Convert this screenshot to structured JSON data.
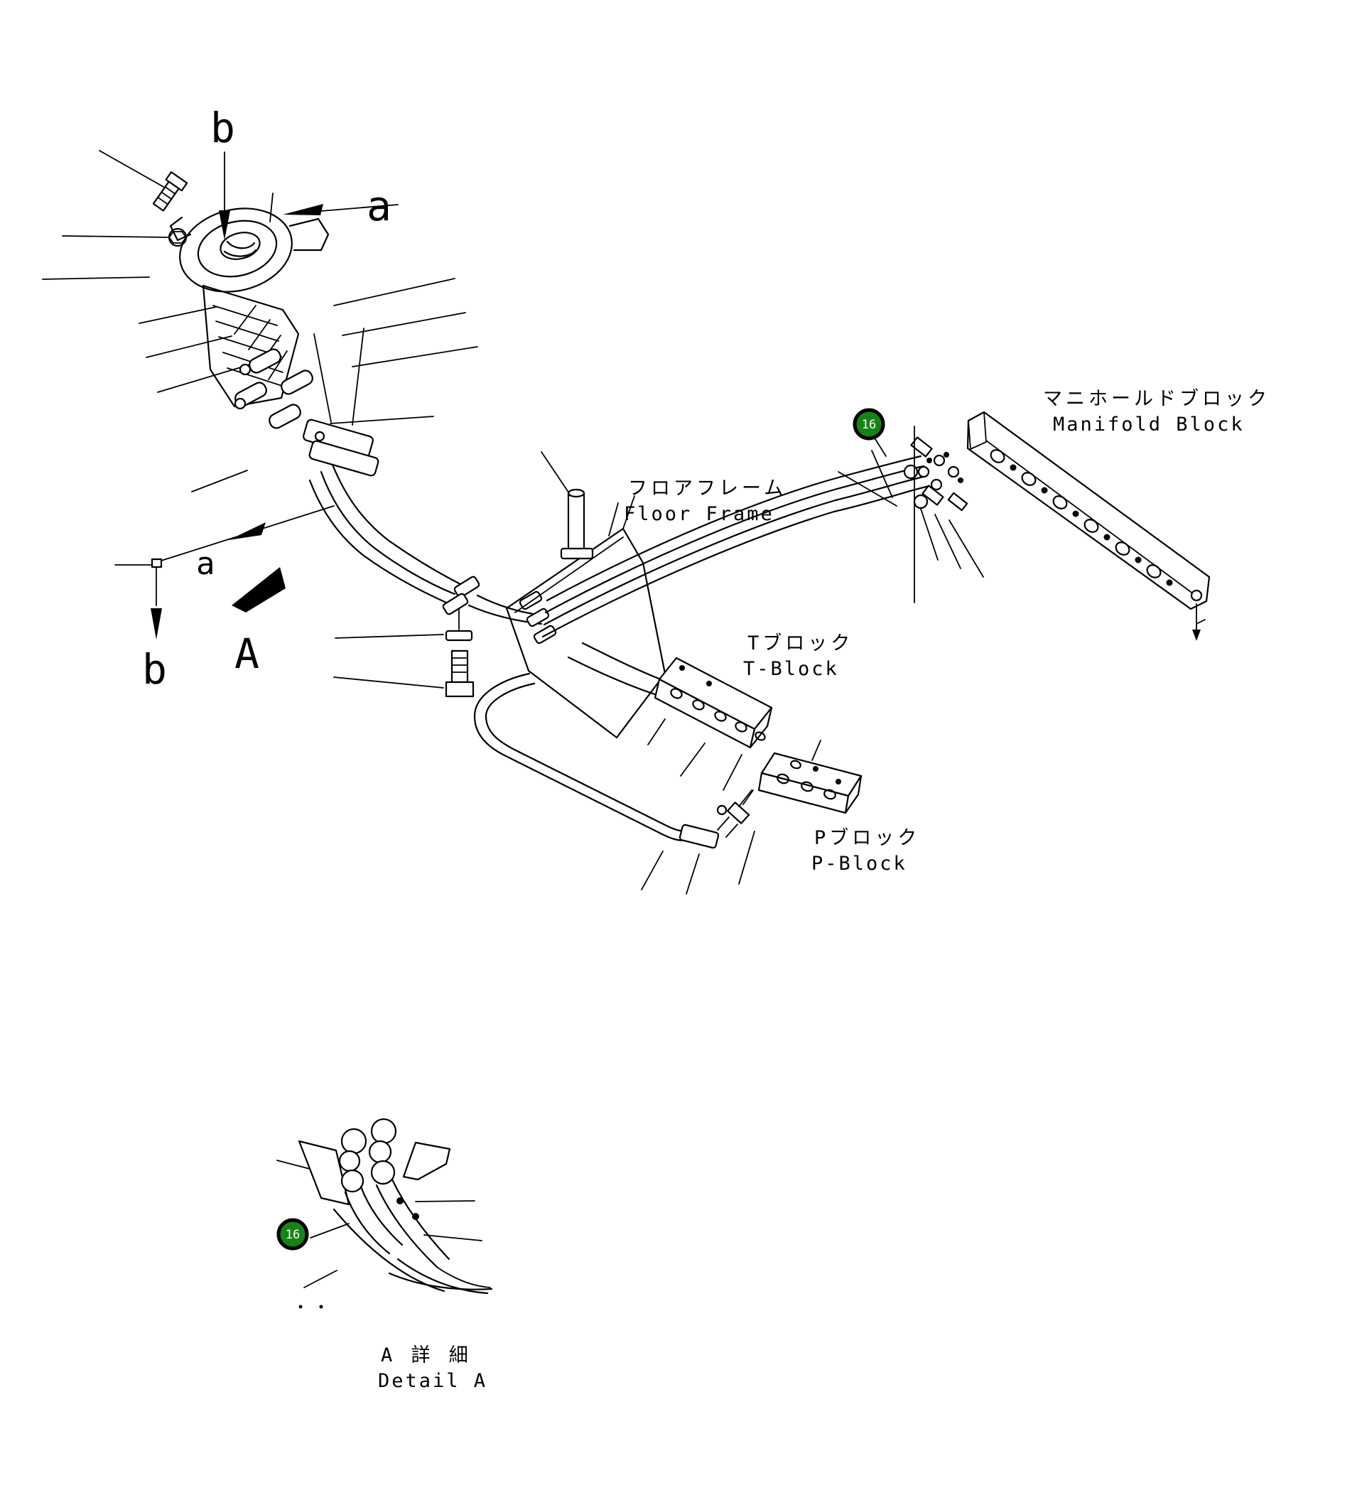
{
  "drawing": {
    "background": "#ffffff",
    "ink": "#000000",
    "badge": {
      "fill": "#168316",
      "ring": "#000000",
      "text_color": "#ffffff"
    }
  },
  "view_markers": {
    "top_b": "b",
    "top_a": "a",
    "mid_a": "a",
    "mid_b": "b",
    "detail_arrow": "A"
  },
  "part_labels": {
    "manifold_block": {
      "jp": "マニホールドブロック",
      "en": "Manifold Block"
    },
    "floor_frame": {
      "jp": "フロアフレーム",
      "en": "Floor Frame"
    },
    "t_block": {
      "jp": "Tブロック",
      "en": "T-Block"
    },
    "p_block": {
      "jp": "Pブロック",
      "en": "P-Block"
    },
    "detail_a": {
      "jp": "A 詳 細",
      "en": "Detail A"
    }
  },
  "callouts": [
    {
      "number": "16",
      "location": "manifold hose group"
    },
    {
      "number": "16",
      "location": "detail-a hose group"
    }
  ]
}
